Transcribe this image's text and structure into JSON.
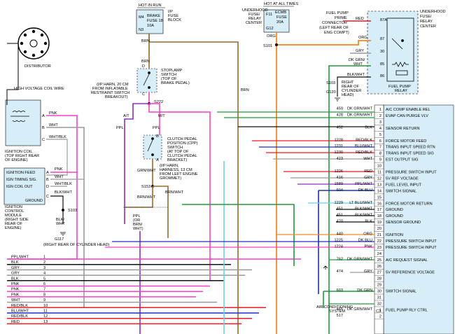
{
  "top": {
    "hot_run": "HOT IN RUN",
    "hot_all": "HOT AT ALL TIMES",
    "ip_block": [
      "I/P",
      "FUSE",
      "BLOCK"
    ],
    "brake_fuse": {
      "m4": "M4",
      "label": "BRAKE",
      "fuse": "FUSE 18",
      "amps": "10A",
      "n3": "N3"
    },
    "underhood_center": [
      "UNDERHOOD",
      "FUSE/",
      "RELAY",
      "CENTER"
    ],
    "ecmb_fuse": {
      "f11": "F11",
      "label": "ECMB",
      "fuse": "FUSE",
      "amps": "20A",
      "g12": "G12"
    },
    "prime_connector": [
      "FUEL PUMP",
      "PRIME",
      "CONNECTOR",
      "(LEFT REAR OF",
      "ENG COMPT)"
    ],
    "relay_center": [
      "UNDERHOOD",
      "FUSE/",
      "RELAY",
      "CENTER"
    ],
    "fuel_pump_relay": [
      "FUEL PUMP",
      "RELAY"
    ]
  },
  "distributor": {
    "label": "DISTRIBUTOR"
  },
  "hv_wire": "HIGH VOLTAGE COIL WIRE",
  "ignition_coil": {
    "label": [
      "IGNITION COIL",
      "(TOP RIGHT REAR",
      "OF ENGINE)"
    ],
    "pins": [
      "A",
      "B",
      "C"
    ],
    "wires": [
      "PNK",
      "WHT",
      "WHT/BLK"
    ]
  },
  "icm": {
    "rows": [
      "IGNITION FEED",
      "IGN TIMING SIG.",
      "IGN COIL OUT",
      "GROUND"
    ],
    "pins": [
      "A",
      "B",
      "D",
      "C"
    ],
    "wires": [
      "PNK",
      "WHT",
      "WHT/BLK",
      "BLK/WHT"
    ],
    "label": [
      "IGNITION",
      "CONTROL",
      "MODULE",
      "(RIGHT SIDE",
      "REAR OF",
      "ENGINE)"
    ],
    "s103": "S103",
    "blk_wht": [
      "BLK/",
      "WHT"
    ],
    "g117": "G117",
    "g117_desc": "(RIGHT REAR OF CYLINDER HEAD)"
  },
  "stoplamp": {
    "label": [
      "STOPLAMP",
      "SWITCH",
      "(TOP OF",
      "BRAKE PEDAL)"
    ],
    "harn": [
      "(I/P HARN, 20 CM",
      "FROM INFLATABLE",
      "RESTRAINT SWITCH",
      "BREAKOUT)"
    ],
    "s222": "S222",
    "at": "A/T",
    "mt": "M/T"
  },
  "cpp": {
    "label": [
      "CLUTCH PEDAL",
      "POSITION (CPP)",
      "SWITCH",
      "(AT TOP OF",
      "CLUTCH PEDAL",
      "BRACKET)"
    ],
    "harn": [
      "(I/P HARN,",
      "HARNESS, 13 CM",
      "FROM LEFT ENGINE",
      "GROMMET)"
    ],
    "s153": "S153"
  },
  "wire_labels": {
    "brn1": "BRN",
    "brn2": "BRN",
    "brn3": "BRN",
    "ppl1": "PPL",
    "ppl2": "PPL",
    "grn_wht": "GRN/WHT",
    "brn_wht": "BRN/WHT",
    "brn_wht2": "BRN/WHT",
    "ppl_or_brn": [
      "PPL",
      "(OR",
      "BRN/",
      "WHT)"
    ],
    "org": "ORG",
    "s101": "S101",
    "red": "RED",
    "org2": "ORG",
    "gry": "GRY",
    "dkgrn": [
      "DK GRN/",
      "WHT"
    ],
    "blk_wht": "BLK/WHT",
    "s103": "S103",
    "g120": "G120",
    "g120_desc": [
      "RIGHT",
      "REAR OF",
      "CYLINDER",
      "HEAD)"
    ],
    "brn4": "BRN",
    "d": "D",
    "c": "C",
    "b": "B",
    "a": "A"
  },
  "relay_pins": [
    "87A",
    "87",
    "30",
    "85",
    "86"
  ],
  "pcm_pins": [
    {
      "num": "459",
      "wire": "DK GRN/WHT",
      "pin": "1",
      "sig": "A/C COMP ENABLE REL"
    },
    {
      "num": "428",
      "wire": "DK GRN/WHT",
      "pin": "2",
      "sig": "EVAP CAN PURGE VLV"
    },
    {
      "num": "",
      "wire": "",
      "pin": "3",
      "sig": ""
    },
    {
      "num": "452",
      "wire": "BLK",
      "pin": "4",
      "sig": "SENSOR RETURN"
    },
    {
      "num": "",
      "wire": "",
      "pin": "5",
      "sig": ""
    },
    {
      "num": "1228",
      "wire": "RED/BLK",
      "pin": "6",
      "sig": "FORCE MOTOR FEED"
    },
    {
      "num": "1231",
      "wire": "BLU/WHT",
      "pin": "7",
      "sig": "TRANS INPUT SPEED RTN"
    },
    {
      "num": "1230",
      "wire": "RED/BLK",
      "pin": "8",
      "sig": "TRANS INPUT SPEED SIG"
    },
    {
      "num": "423",
      "wire": "WHT",
      "pin": "9",
      "sig": "EST OUTPUT SIG"
    },
    {
      "num": "",
      "wire": "",
      "pin": "10",
      "sig": ""
    },
    {
      "num": "1226",
      "wire": "RED",
      "pin": "11",
      "sig": "PRESSURE SWITCH INPUT"
    },
    {
      "num": "416",
      "wire": "GRY",
      "pin": "12",
      "sig": "5V REF VOLTAGE"
    },
    {
      "num": "1589",
      "wire": "PPL/WHT",
      "pin": "13",
      "sig": "FUEL LEVEL INPUT"
    },
    {
      "num": "604",
      "wire": "DK BLU",
      "pin": "14",
      "sig": "SWITCH SIGNAL"
    },
    {
      "num": "",
      "wire": "",
      "pin": "15",
      "sig": ""
    },
    {
      "num": "1229",
      "wire": "LT BLU/WHT",
      "pin": "16",
      "sig": "FORCE MOTOR RETURN"
    },
    {
      "num": "451",
      "wire": "BLK/WHT",
      "pin": "17",
      "sig": "GROUND"
    },
    {
      "num": "451",
      "wire": "BLK/WHT",
      "pin": "18",
      "sig": "GROUND"
    },
    {
      "num": "470",
      "wire": "BLK",
      "pin": "19",
      "sig": "SENSOR GROUND"
    },
    {
      "num": "",
      "wire": "",
      "pin": "20",
      "sig": ""
    },
    {
      "num": "440",
      "wire": "ORG",
      "pin": "21",
      "sig": "IGNITION"
    },
    {
      "num": "1225",
      "wire": "DK BLU",
      "pin": "22",
      "sig": "PRESSURE SWITCH INPUT"
    },
    {
      "num": "1224",
      "wire": "PNK",
      "pin": "23",
      "sig": "PRESSURE SWITCH INPUT"
    },
    {
      "num": "",
      "wire": "",
      "pin": "24",
      "sig": ""
    },
    {
      "num": "762",
      "wire": "DK GRN/WHT",
      "pin": "25",
      "sig": "A/C REQUEST SIGNAL"
    },
    {
      "num": "",
      "wire": "",
      "pin": "26",
      "sig": ""
    },
    {
      "num": "474",
      "wire": "GRY",
      "pin": "27",
      "sig": "5V REFERENCE VOLTAGE"
    },
    {
      "num": "",
      "wire": "",
      "pin": "28",
      "sig": ""
    },
    {
      "num": "",
      "wire": "",
      "pin": "29",
      "sig": ""
    },
    {
      "num": "603",
      "wire": "DK GRN",
      "pin": "30",
      "sig": "SWITCH SIGNAL"
    },
    {
      "num": "",
      "wire": "",
      "pin": "31",
      "sig": ""
    },
    {
      "num": "",
      "wire": "",
      "pin": "32",
      "sig": ""
    },
    {
      "num": "465",
      "wire": "DK GRN/WHT",
      "pin": "1",
      "sig": "FUEL PUMP RLY CTRL"
    },
    {
      "num": "517",
      "wire": "",
      "pin": "2",
      "sig": ""
    }
  ],
  "c3": "C3",
  "ac_system": [
    "AIR CONDITIONING",
    "SYSTEM"
  ],
  "left_wires": [
    "PPL/WHT",
    "BLK",
    "GRY",
    "GRY",
    "BLK",
    "PNK",
    "PNK",
    "PNK",
    "WHT",
    "RED/BLK",
    "BLU/WHT",
    "RED/BLK",
    "RED"
  ],
  "left_nums": [
    "1",
    "2",
    "3",
    "4",
    "5",
    "6",
    "7",
    "8",
    "9",
    "10",
    "11",
    "12",
    "13"
  ],
  "colors": {
    "pink": "#ff3fc8",
    "orange": "#f58a1f",
    "red": "#ee1c24",
    "green": "#1e9c3c",
    "blue": "#1a2ec9",
    "cyan": "#5fd7f0",
    "brown": "#9b6b2a",
    "purple": "#8e2bd6",
    "gray": "#9a9a9a",
    "black": "#111111",
    "lightblue": "#d7eef9"
  }
}
